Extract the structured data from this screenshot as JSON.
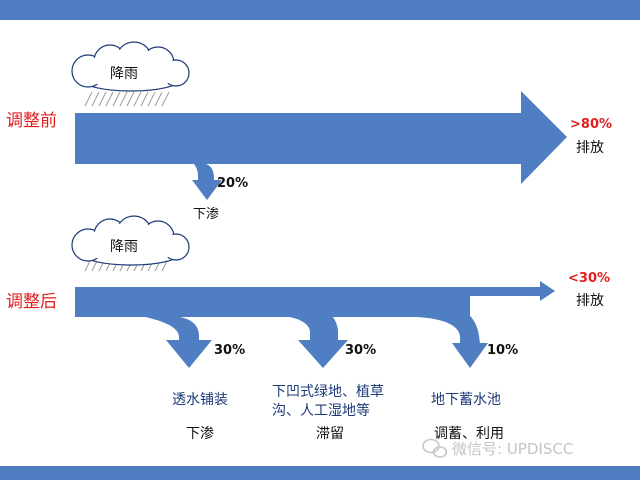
{
  "before": {
    "stage_label": "调整前",
    "cloud_label": "降雨",
    "outputs": [
      {
        "percent": ">80%",
        "label": "排放"
      },
      {
        "percent": "20%",
        "label": "下渗"
      }
    ]
  },
  "after": {
    "stage_label": "调整后",
    "cloud_label": "降雨",
    "discharge": {
      "percent": "<30%",
      "label": "排放"
    },
    "branches": [
      {
        "percent": "30%",
        "measure": "透水铺装",
        "label": "下渗"
      },
      {
        "percent": "30%",
        "measure_line1": "下凹式绿地、植草",
        "measure_line2": "沟、人工湿地等",
        "label": "滞留"
      },
      {
        "percent": "10%",
        "measure": "地下蓄水池",
        "label": "调蓄、利用"
      }
    ]
  },
  "watermark": "微信号: UPDISCC",
  "colors": {
    "band": "#4f7ec2",
    "arrow": "#4f7ec2",
    "stage_label": "#e0201f",
    "measure_text": "#1c3a78"
  }
}
